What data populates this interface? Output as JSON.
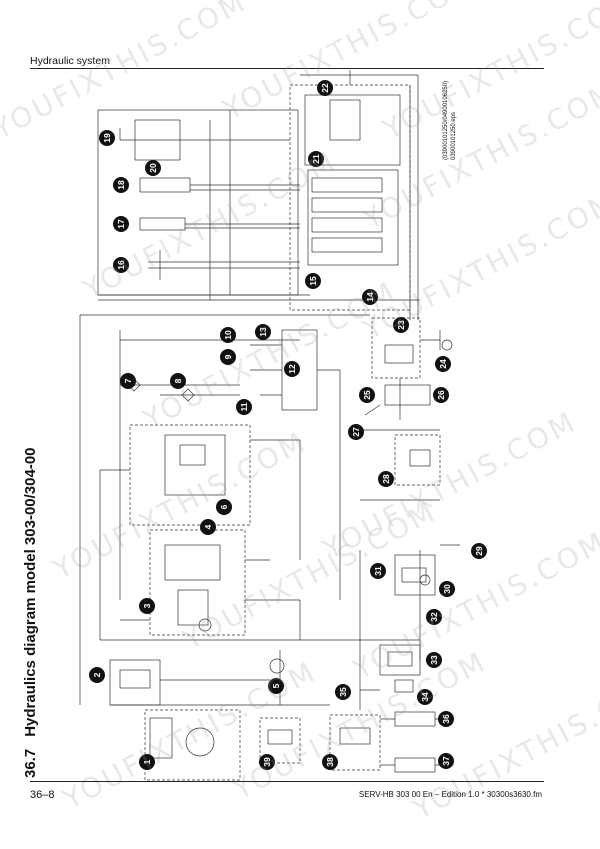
{
  "header": {
    "section": "Hydraulic system"
  },
  "title": {
    "number": "36.7",
    "text": "Hydraulics diagram model 303-00/304-00"
  },
  "drawing_ref": {
    "line1": "(03900101250/04900106250)",
    "line2": "03900101250.eps"
  },
  "footer": {
    "page": "36–8",
    "reference": "SERV-HB 303 00 En – Edition 1.0 * 30300s3630.fm"
  },
  "watermark_text": "YOUFIXTHIS.COM",
  "callouts": [
    "1",
    "2",
    "3",
    "4",
    "5",
    "6",
    "7",
    "8",
    "9",
    "10",
    "11",
    "12",
    "13",
    "14",
    "15",
    "16",
    "17",
    "18",
    "19",
    "20",
    "21",
    "22",
    "23",
    "24",
    "25",
    "26",
    "27",
    "28",
    "29",
    "30",
    "31",
    "32",
    "33",
    "34",
    "35",
    "36",
    "37",
    "38",
    "39"
  ],
  "colors": {
    "line": "#333333",
    "callout_fill": "#111111",
    "watermark": "#969696"
  }
}
